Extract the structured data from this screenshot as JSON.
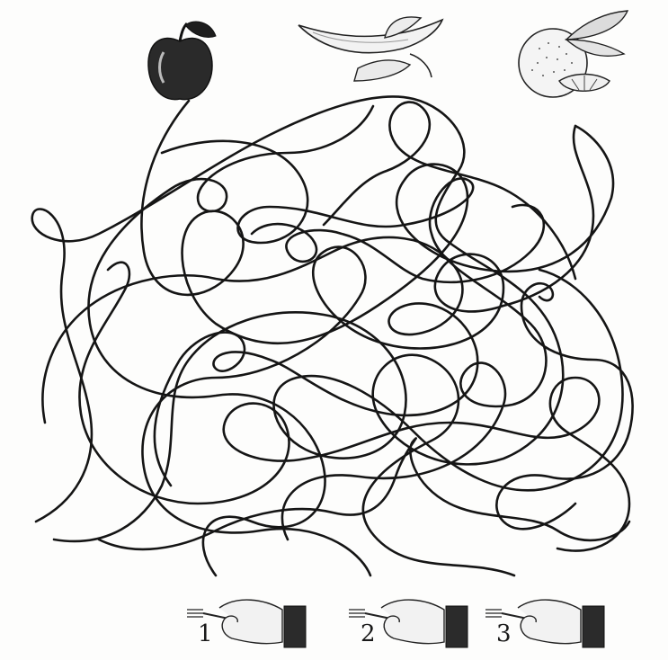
{
  "puzzle": {
    "fruits": [
      {
        "icon": "apple-icon"
      },
      {
        "icon": "banana-icon"
      },
      {
        "icon": "orange-icon"
      }
    ],
    "hands": [
      {
        "label": "1",
        "icon": "hand-with-fork-icon"
      },
      {
        "label": "2",
        "icon": "hand-with-fork-icon"
      },
      {
        "label": "3",
        "icon": "hand-with-fork-icon"
      }
    ],
    "colors": {
      "ink": "#151515",
      "paper": "#fdfdfc"
    }
  }
}
